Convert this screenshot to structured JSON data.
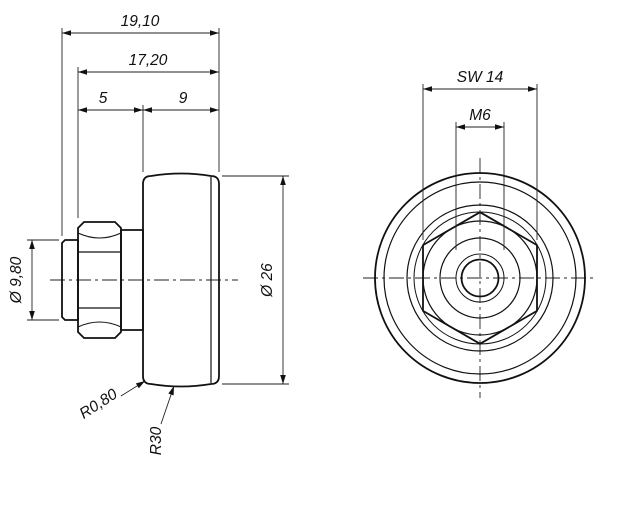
{
  "colors": {
    "part_fill": "#06F1EC",
    "line": "#111111",
    "background": "#ffffff"
  },
  "side_view": {
    "dim_total_length": "19,10",
    "dim_body_length": "17,20",
    "dim_nut_section": "5",
    "dim_roller_width": "9",
    "dim_shaft_diameter": "Ø 9,80",
    "dim_roller_diameter": "Ø 26",
    "dim_fillet_radius": "R0,80",
    "dim_crown_radius": "R30"
  },
  "front_view": {
    "dim_wrench_size": "SW 14",
    "dim_thread": "M6"
  }
}
